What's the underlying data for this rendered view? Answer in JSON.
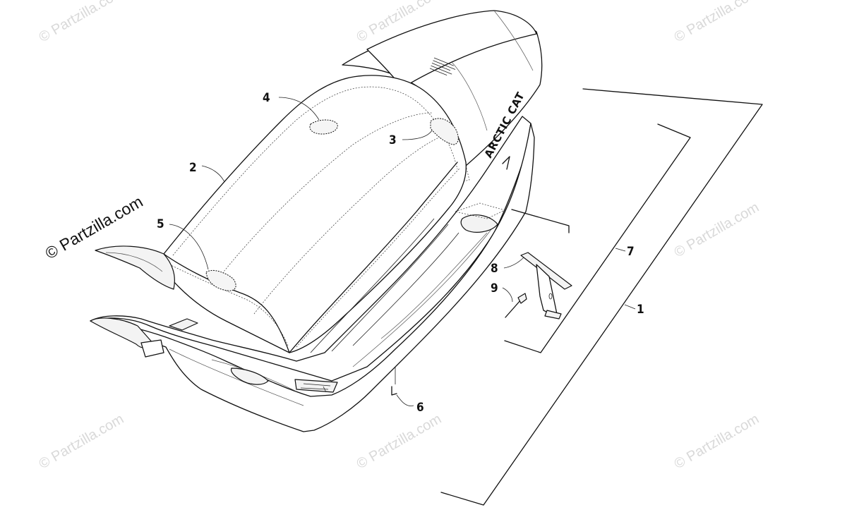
{
  "watermark": {
    "main_text": "© Partzilla.com",
    "repeat_text": "© Partzilla.com"
  },
  "brand": {
    "seat_logo_text": "ARCTIC CAT"
  },
  "callouts": [
    {
      "id": "1",
      "label": "1"
    },
    {
      "id": "2",
      "label": "2"
    },
    {
      "id": "3",
      "label": "3"
    },
    {
      "id": "4",
      "label": "4"
    },
    {
      "id": "5",
      "label": "5"
    },
    {
      "id": "6",
      "label": "6"
    },
    {
      "id": "7",
      "label": "7"
    },
    {
      "id": "8",
      "label": "8"
    },
    {
      "id": "9",
      "label": "9"
    }
  ],
  "colors": {
    "line": "#111111",
    "watermark": "#d9d9d9",
    "background": "#ffffff"
  }
}
